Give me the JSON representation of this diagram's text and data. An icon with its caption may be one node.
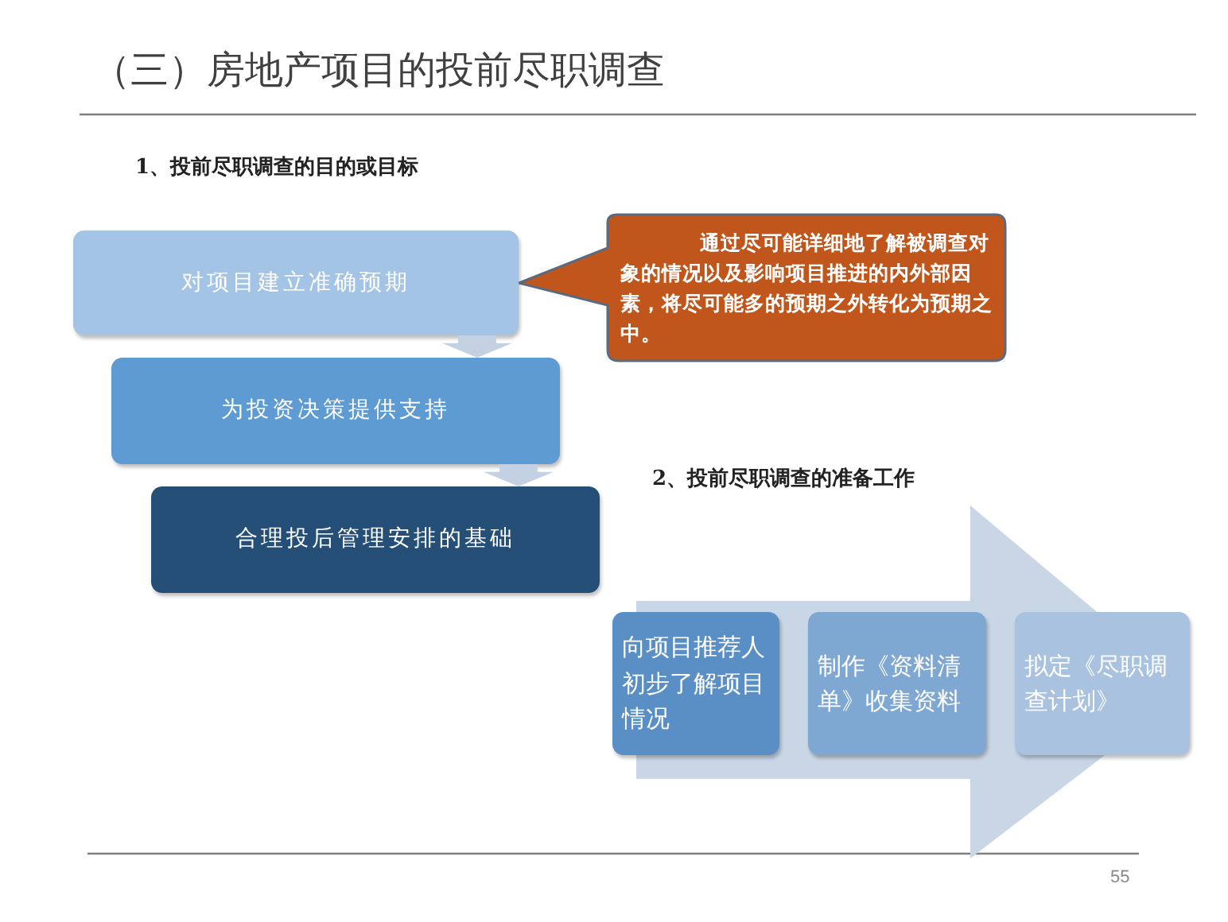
{
  "diagram": {
    "title": "（三）房地产项目的投前尽职调查",
    "nodes": [
      {
        "text": [
          "对项目建立准确预期"
        ]
      },
      {
        "text": [
          "为投资决策提供支持"
        ]
      },
      {
        "text": [
          "合理投后管理安排的基础"
        ]
      },
      {
        "text": [
          "通过尽可能详细地了解被调查对象的情况以及影响项目推进的内外部因素，将尽可能多的预期之外转化为预期之中。"
        ]
      },
      {
        "text": [],
        "shape": "arrow"
      },
      {
        "text": [
          "向项目推荐人初步了解项目情况"
        ],
        "in": 4
      },
      {
        "text": [
          "制作《资料清单》收集资料"
        ],
        "in": 4
      },
      {
        "text": [
          "拟定《尽职调查计划》"
        ],
        "in": 4
      }
    ],
    "edges": [
      {
        "from": 0,
        "to": 1,
        "arrow": "to"
      },
      {
        "from": 1,
        "to": 2,
        "arrow": "to"
      }
    ],
    "labels": [
      "1、投前尽职调查的目的或目标",
      "2、投前尽职调查的准备工作",
      "55"
    ]
  }
}
